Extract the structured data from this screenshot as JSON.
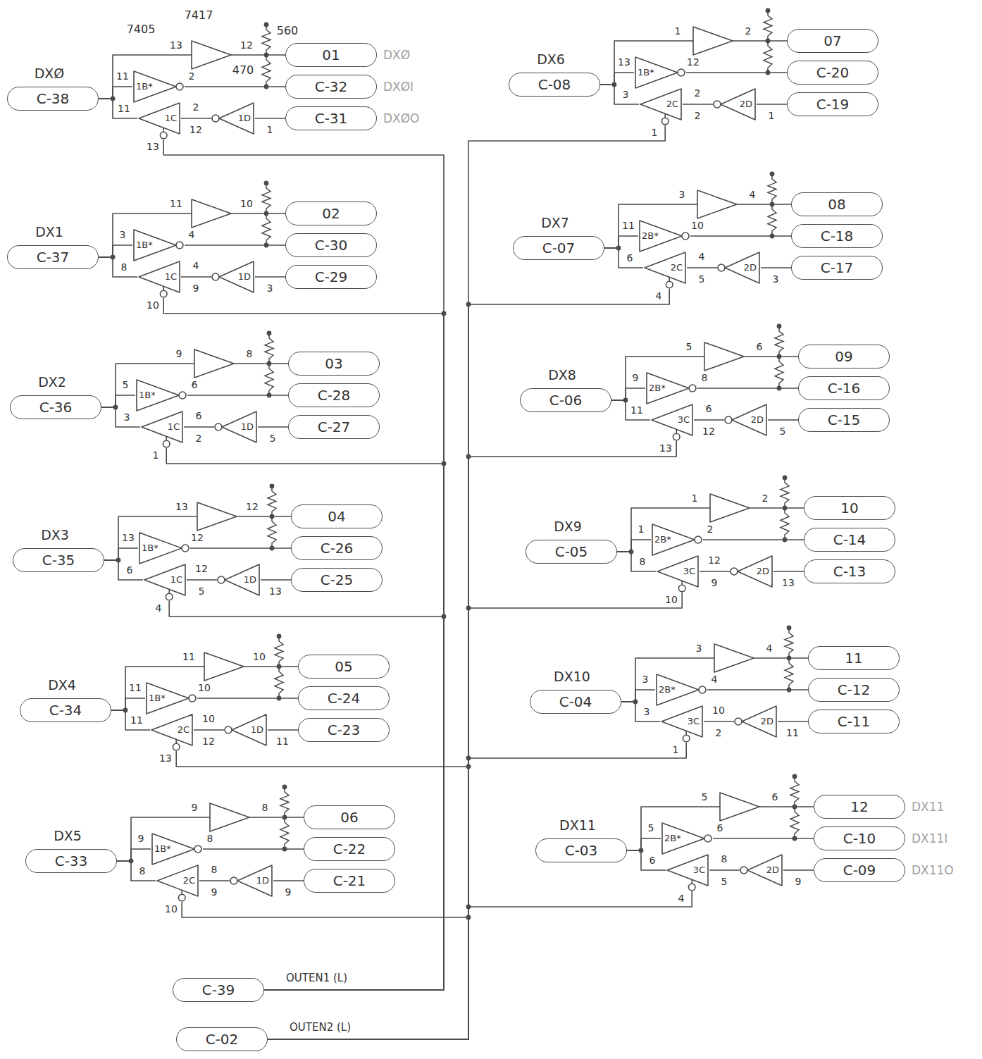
{
  "diagram": {
    "nodes": [
      {
        "text": [
          "C-38"
        ]
      },
      {
        "text": [
          "1B*"
        ]
      },
      {
        "text": [
          "1C"
        ]
      },
      {
        "text": [
          "1D"
        ]
      },
      {
        "text": [
          "01"
        ]
      },
      {
        "text": [
          "C-32"
        ]
      },
      {
        "text": [
          "C-31"
        ]
      },
      {
        "text": [
          "C-37"
        ]
      },
      {
        "text": [
          "1B*"
        ]
      },
      {
        "text": [
          "1C"
        ]
      },
      {
        "text": [
          "1D"
        ]
      },
      {
        "text": [
          "02"
        ]
      },
      {
        "text": [
          "C-30"
        ]
      },
      {
        "text": [
          "C-29"
        ]
      },
      {
        "text": [
          "C-36"
        ]
      },
      {
        "text": [
          "1B*"
        ]
      },
      {
        "text": [
          "1C"
        ]
      },
      {
        "text": [
          "1D"
        ]
      },
      {
        "text": [
          "03"
        ]
      },
      {
        "text": [
          "C-28"
        ]
      },
      {
        "text": [
          "C-27"
        ]
      },
      {
        "text": [
          "C-35"
        ]
      },
      {
        "text": [
          "1B*"
        ]
      },
      {
        "text": [
          "1C"
        ]
      },
      {
        "text": [
          "1D"
        ]
      },
      {
        "text": [
          "04"
        ]
      },
      {
        "text": [
          "C-26"
        ]
      },
      {
        "text": [
          "C-25"
        ]
      },
      {
        "text": [
          "C-34"
        ]
      },
      {
        "text": [
          "1B*"
        ]
      },
      {
        "text": [
          "2C"
        ]
      },
      {
        "text": [
          "1D"
        ]
      },
      {
        "text": [
          "05"
        ]
      },
      {
        "text": [
          "C-24"
        ]
      },
      {
        "text": [
          "C-23"
        ]
      },
      {
        "text": [
          "C-33"
        ]
      },
      {
        "text": [
          "1B*"
        ]
      },
      {
        "text": [
          "2C"
        ]
      },
      {
        "text": [
          "1D"
        ]
      },
      {
        "text": [
          "06"
        ]
      },
      {
        "text": [
          "C-22"
        ]
      },
      {
        "text": [
          "C-21"
        ]
      },
      {
        "text": [
          "C-08"
        ]
      },
      {
        "text": [
          "1B*"
        ]
      },
      {
        "text": [
          "2C"
        ]
      },
      {
        "text": [
          "2D"
        ]
      },
      {
        "text": [
          "07"
        ]
      },
      {
        "text": [
          "C-20"
        ]
      },
      {
        "text": [
          "C-19"
        ]
      },
      {
        "text": [
          "C-07"
        ]
      },
      {
        "text": [
          "2B*"
        ]
      },
      {
        "text": [
          "2C"
        ]
      },
      {
        "text": [
          "2D"
        ]
      },
      {
        "text": [
          "08"
        ]
      },
      {
        "text": [
          "C-18"
        ]
      },
      {
        "text": [
          "C-17"
        ]
      },
      {
        "text": [
          "C-06"
        ]
      },
      {
        "text": [
          "2B*"
        ]
      },
      {
        "text": [
          "3C"
        ]
      },
      {
        "text": [
          "2D"
        ]
      },
      {
        "text": [
          "09"
        ]
      },
      {
        "text": [
          "C-16"
        ]
      },
      {
        "text": [
          "C-15"
        ]
      },
      {
        "text": [
          "C-05"
        ]
      },
      {
        "text": [
          "2B*"
        ]
      },
      {
        "text": [
          "3C"
        ]
      },
      {
        "text": [
          "2D"
        ]
      },
      {
        "text": [
          "10"
        ]
      },
      {
        "text": [
          "C-14"
        ]
      },
      {
        "text": [
          "C-13"
        ]
      },
      {
        "text": [
          "C-04"
        ]
      },
      {
        "text": [
          "2B*"
        ]
      },
      {
        "text": [
          "3C"
        ]
      },
      {
        "text": [
          "2D"
        ]
      },
      {
        "text": [
          "11"
        ]
      },
      {
        "text": [
          "C-12"
        ]
      },
      {
        "text": [
          "C-11"
        ]
      },
      {
        "text": [
          "C-03"
        ]
      },
      {
        "text": [
          "2B*"
        ]
      },
      {
        "text": [
          "3C"
        ]
      },
      {
        "text": [
          "2D"
        ]
      },
      {
        "text": [
          "12"
        ]
      },
      {
        "text": [
          "C-10"
        ]
      },
      {
        "text": [
          "C-09"
        ]
      },
      {
        "text": [
          "C-39"
        ]
      },
      {
        "text": [
          "C-02"
        ]
      }
    ],
    "edges": [
      {
        "from": 0,
        "to": 4,
        "arrow": "none"
      },
      {
        "from": 0,
        "to": 1,
        "arrow": "none"
      },
      {
        "from": 1,
        "to": 5,
        "arrow": "none"
      },
      {
        "from": 6,
        "to": 3,
        "arrow": "none"
      },
      {
        "from": 3,
        "to": 2,
        "arrow": "none"
      },
      {
        "from": 2,
        "to": 0,
        "arrow": "none"
      },
      {
        "from": 7,
        "to": 11,
        "arrow": "none"
      },
      {
        "from": 7,
        "to": 8,
        "arrow": "none"
      },
      {
        "from": 8,
        "to": 12,
        "arrow": "none"
      },
      {
        "from": 13,
        "to": 10,
        "arrow": "none"
      },
      {
        "from": 10,
        "to": 9,
        "arrow": "none"
      },
      {
        "from": 9,
        "to": 7,
        "arrow": "none"
      },
      {
        "from": 14,
        "to": 18,
        "arrow": "none"
      },
      {
        "from": 14,
        "to": 15,
        "arrow": "none"
      },
      {
        "from": 15,
        "to": 19,
        "arrow": "none"
      },
      {
        "from": 20,
        "to": 17,
        "arrow": "none"
      },
      {
        "from": 17,
        "to": 16,
        "arrow": "none"
      },
      {
        "from": 16,
        "to": 14,
        "arrow": "none"
      },
      {
        "from": 21,
        "to": 25,
        "arrow": "none"
      },
      {
        "from": 21,
        "to": 22,
        "arrow": "none"
      },
      {
        "from": 22,
        "to": 26,
        "arrow": "none"
      },
      {
        "from": 27,
        "to": 24,
        "arrow": "none"
      },
      {
        "from": 24,
        "to": 23,
        "arrow": "none"
      },
      {
        "from": 23,
        "to": 21,
        "arrow": "none"
      },
      {
        "from": 28,
        "to": 32,
        "arrow": "none"
      },
      {
        "from": 28,
        "to": 29,
        "arrow": "none"
      },
      {
        "from": 29,
        "to": 33,
        "arrow": "none"
      },
      {
        "from": 34,
        "to": 31,
        "arrow": "none"
      },
      {
        "from": 31,
        "to": 30,
        "arrow": "none"
      },
      {
        "from": 30,
        "to": 28,
        "arrow": "none"
      },
      {
        "from": 35,
        "to": 39,
        "arrow": "none"
      },
      {
        "from": 35,
        "to": 36,
        "arrow": "none"
      },
      {
        "from": 36,
        "to": 40,
        "arrow": "none"
      },
      {
        "from": 41,
        "to": 38,
        "arrow": "none"
      },
      {
        "from": 38,
        "to": 37,
        "arrow": "none"
      },
      {
        "from": 37,
        "to": 35,
        "arrow": "none"
      },
      {
        "from": 42,
        "to": 46,
        "arrow": "none"
      },
      {
        "from": 42,
        "to": 43,
        "arrow": "none"
      },
      {
        "from": 43,
        "to": 47,
        "arrow": "none"
      },
      {
        "from": 48,
        "to": 45,
        "arrow": "none"
      },
      {
        "from": 45,
        "to": 44,
        "arrow": "none"
      },
      {
        "from": 44,
        "to": 42,
        "arrow": "none"
      },
      {
        "from": 49,
        "to": 53,
        "arrow": "none"
      },
      {
        "from": 49,
        "to": 50,
        "arrow": "none"
      },
      {
        "from": 50,
        "to": 54,
        "arrow": "none"
      },
      {
        "from": 55,
        "to": 52,
        "arrow": "none"
      },
      {
        "from": 52,
        "to": 51,
        "arrow": "none"
      },
      {
        "from": 51,
        "to": 49,
        "arrow": "none"
      },
      {
        "from": 56,
        "to": 60,
        "arrow": "none"
      },
      {
        "from": 56,
        "to": 57,
        "arrow": "none"
      },
      {
        "from": 57,
        "to": 61,
        "arrow": "none"
      },
      {
        "from": 62,
        "to": 59,
        "arrow": "none"
      },
      {
        "from": 59,
        "to": 58,
        "arrow": "none"
      },
      {
        "from": 58,
        "to": 56,
        "arrow": "none"
      },
      {
        "from": 63,
        "to": 67,
        "arrow": "none"
      },
      {
        "from": 63,
        "to": 64,
        "arrow": "none"
      },
      {
        "from": 64,
        "to": 68,
        "arrow": "none"
      },
      {
        "from": 69,
        "to": 66,
        "arrow": "none"
      },
      {
        "from": 66,
        "to": 65,
        "arrow": "none"
      },
      {
        "from": 65,
        "to": 63,
        "arrow": "none"
      },
      {
        "from": 70,
        "to": 74,
        "arrow": "none"
      },
      {
        "from": 70,
        "to": 71,
        "arrow": "none"
      },
      {
        "from": 71,
        "to": 75,
        "arrow": "none"
      },
      {
        "from": 76,
        "to": 73,
        "arrow": "none"
      },
      {
        "from": 73,
        "to": 72,
        "arrow": "none"
      },
      {
        "from": 72,
        "to": 70,
        "arrow": "none"
      },
      {
        "from": 77,
        "to": 81,
        "arrow": "none"
      },
      {
        "from": 77,
        "to": 78,
        "arrow": "none"
      },
      {
        "from": 78,
        "to": 82,
        "arrow": "none"
      },
      {
        "from": 83,
        "to": 80,
        "arrow": "none"
      },
      {
        "from": 80,
        "to": 79,
        "arrow": "none"
      },
      {
        "from": 79,
        "to": 77,
        "arrow": "none"
      },
      {
        "from": 84,
        "to": 2,
        "arrow": "none"
      },
      {
        "from": 84,
        "to": 9,
        "arrow": "none"
      },
      {
        "from": 84,
        "to": 16,
        "arrow": "none"
      },
      {
        "from": 84,
        "to": 23,
        "arrow": "none"
      },
      {
        "from": 85,
        "to": 30,
        "arrow": "none"
      },
      {
        "from": 85,
        "to": 37,
        "arrow": "none"
      },
      {
        "from": 85,
        "to": 44,
        "arrow": "none"
      },
      {
        "from": 85,
        "to": 51,
        "arrow": "none"
      },
      {
        "from": 85,
        "to": 58,
        "arrow": "none"
      },
      {
        "from": 85,
        "to": 65,
        "arrow": "none"
      },
      {
        "from": 85,
        "to": 72,
        "arrow": "none"
      },
      {
        "from": 85,
        "to": 79,
        "arrow": "none"
      }
    ],
    "labels": [
      "7405",
      "7417",
      "560",
      "470",
      "DXØ",
      "13",
      "12",
      "11",
      "2",
      "11",
      "12",
      "13",
      "2",
      "1",
      "DXØ",
      "DXØI",
      "DXØO",
      "DX1",
      "11",
      "10",
      "3",
      "4",
      "8",
      "9",
      "10",
      "4",
      "3",
      "DX2",
      "9",
      "8",
      "5",
      "6",
      "3",
      "2",
      "1",
      "6",
      "5",
      "DX3",
      "13",
      "12",
      "13",
      "12",
      "6",
      "5",
      "4",
      "12",
      "13",
      "DX4",
      "11",
      "10",
      "11",
      "10",
      "11",
      "12",
      "13",
      "10",
      "11",
      "DX5",
      "9",
      "8",
      "9",
      "8",
      "8",
      "9",
      "10",
      "8",
      "9",
      "DX6",
      "1",
      "2",
      "13",
      "12",
      "3",
      "2",
      "1",
      "2",
      "1",
      "DX7",
      "3",
      "4",
      "11",
      "10",
      "6",
      "5",
      "4",
      "4",
      "3",
      "DX8",
      "5",
      "6",
      "9",
      "8",
      "11",
      "12",
      "13",
      "6",
      "5",
      "DX9",
      "1",
      "2",
      "1",
      "2",
      "8",
      "9",
      "10",
      "12",
      "13",
      "DX10",
      "3",
      "4",
      "3",
      "4",
      "3",
      "2",
      "1",
      "10",
      "11",
      "DX11",
      "5",
      "6",
      "5",
      "6",
      "6",
      "5",
      "4",
      "8",
      "9",
      "DX11",
      "DX11I",
      "DX11O",
      "OUTEN1 (L)",
      "OUTEN2 (L)"
    ]
  }
}
